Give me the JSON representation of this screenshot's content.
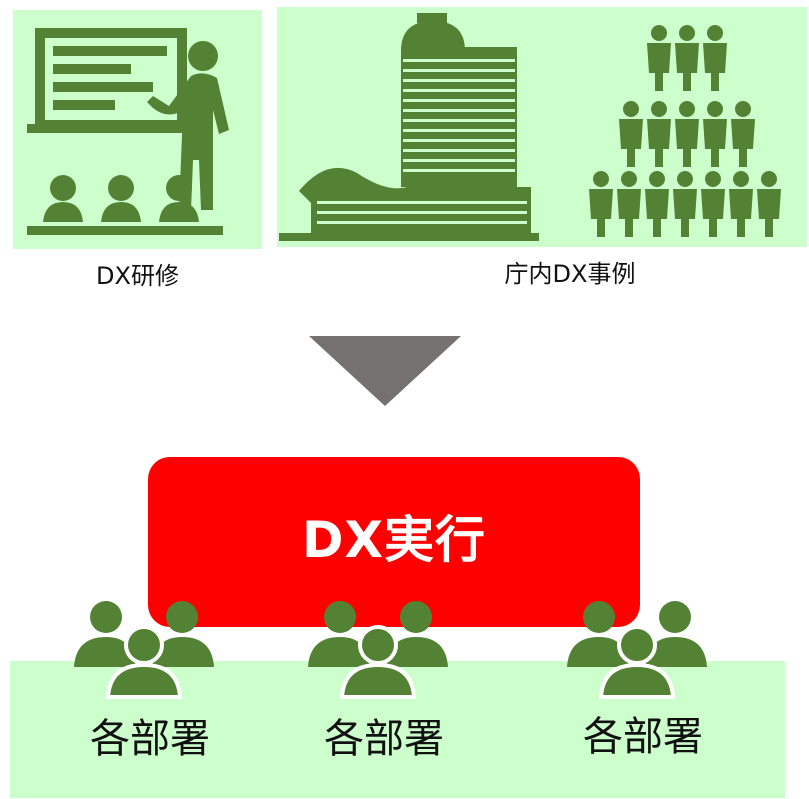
{
  "training": {
    "label": "DX研修",
    "icon": "lecture-icon"
  },
  "cases": {
    "label": "庁内DX事例",
    "building_icon": "skyscraper-icon",
    "people_icon": "people-pyramid-icon"
  },
  "arrow": {
    "icon": "triangle-down-icon",
    "color": "#767171"
  },
  "execution": {
    "label": "DX実行",
    "color": "#ff0000"
  },
  "departments": [
    {
      "label": "各部署",
      "icon": "group-icon"
    },
    {
      "label": "各部署",
      "icon": "group-icon"
    },
    {
      "label": "各部署",
      "icon": "group-icon"
    }
  ],
  "colors": {
    "panel": "#ccffcc",
    "icon": "#548235"
  }
}
